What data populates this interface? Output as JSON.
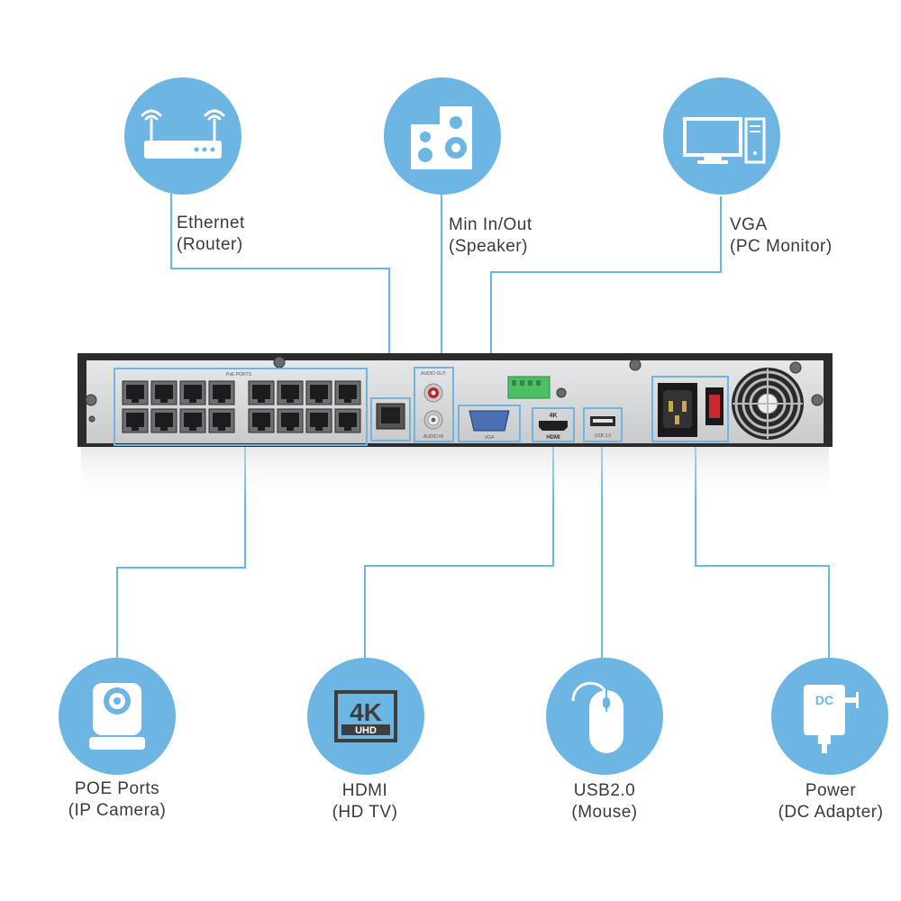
{
  "callouts": {
    "ethernet": {
      "line1": "Ethernet",
      "line2": "(Router)",
      "icon": "router-icon"
    },
    "audio": {
      "line1": "Min In/Out",
      "line2": "(Speaker)",
      "icon": "speaker-icon"
    },
    "vga": {
      "line1": "VGA",
      "line2": "(PC Monitor)",
      "icon": "pc-monitor-icon"
    },
    "poe": {
      "line1": "POE Ports",
      "line2": "(IP Camera)",
      "icon": "ip-camera-icon"
    },
    "hdmi": {
      "line1": "HDMI",
      "line2": "(HD TV)",
      "icon": "4k-uhd-icon"
    },
    "usb": {
      "line1": "USB2.0",
      "line2": "(Mouse)",
      "icon": "mouse-icon"
    },
    "power": {
      "line1": "Power",
      "line2": "(DC Adapter)",
      "icon": "dc-adapter-icon"
    }
  },
  "icon_text": {
    "uhd_4k": "4K",
    "uhd": "UHD",
    "dc": "DC"
  },
  "device_labels": {
    "poe_ports": "PoE PORTS",
    "audio_out": "AUDIO OUT",
    "audio_in": "AUDIO IN",
    "vga": "VGA",
    "hdmi_4k": "4K",
    "hdmi": "HDMI",
    "usb": "USB 2.0"
  },
  "colors": {
    "circle": "#6db5e3",
    "connector": "#6db5e3",
    "device_frame": "#2c2c2c",
    "device_panel": "#d9dadc"
  }
}
